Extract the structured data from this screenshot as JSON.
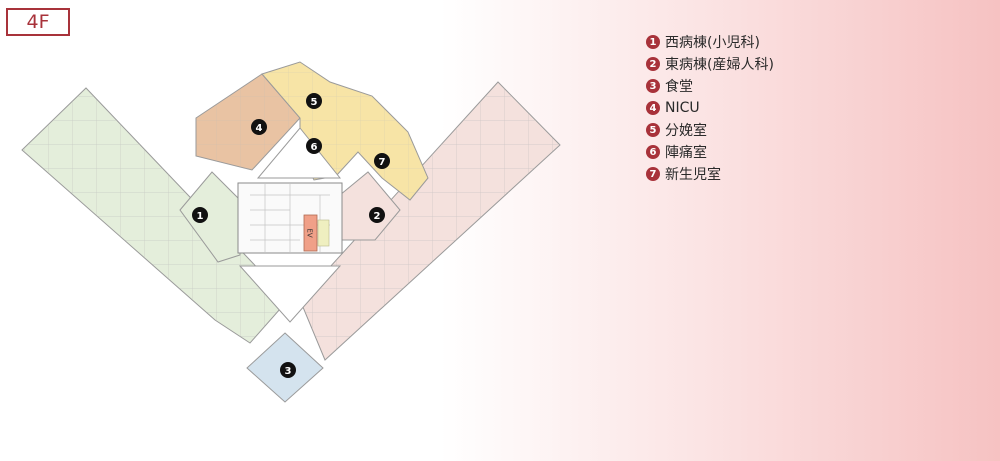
{
  "floor_label": "4F",
  "map": {
    "ev_label": "EV",
    "markers": [
      "1",
      "2",
      "3",
      "4",
      "5",
      "6",
      "7"
    ]
  },
  "legend": [
    {
      "num": "1",
      "label": "西病棟(小児科)"
    },
    {
      "num": "2",
      "label": "東病棟(産婦人科)"
    },
    {
      "num": "3",
      "label": "食堂"
    },
    {
      "num": "4",
      "label": "NICU"
    },
    {
      "num": "5",
      "label": "分娩室"
    },
    {
      "num": "6",
      "label": "陣痛室"
    },
    {
      "num": "7",
      "label": "新生児室"
    }
  ],
  "colors": {
    "accent": "#a8323a",
    "west_ward": "#e4eedb",
    "east_ward": "#f4e1dd",
    "dining": "#d4e3ee",
    "nicu": "#e9c3a3",
    "delivery": "#f7e4a6",
    "elevator": "#f0a088"
  }
}
